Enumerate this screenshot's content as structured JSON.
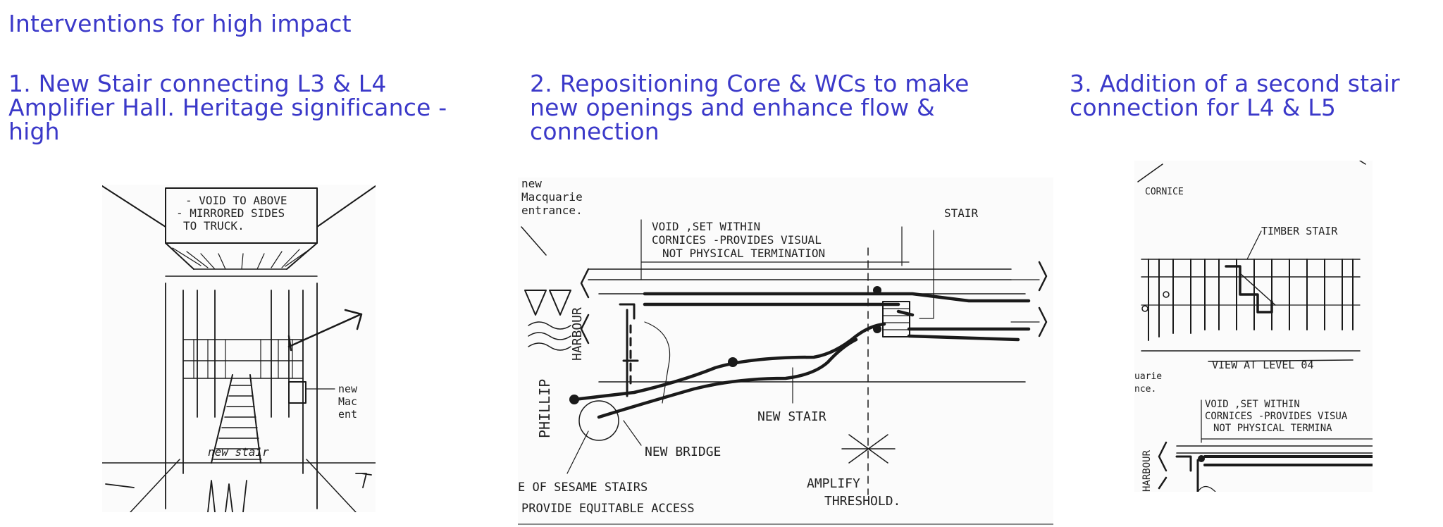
{
  "page": {
    "title": "Interventions for high impact"
  },
  "columns": [
    {
      "heading": "1. New Stair connecting L3 & L4 Amplifier Hall. Heritage significance - high",
      "sketch_notes": [
        "- VOID TO ABOVE",
        "- MIRRORED SIDES",
        "TO TRUCK.",
        "new stair",
        "new",
        "Mac",
        "ent"
      ]
    },
    {
      "heading": "2. Repositioning Core & WCs  to make new openings and enhance flow & connection",
      "sketch_notes": [
        "new",
        "Macquarie",
        "entrance.",
        "VOID ,SET WITHIN",
        "CORNICES -PROVIDES VISUAL",
        "NOT PHYSICAL TERMINATION",
        "STAIR",
        "HARBOUR",
        "PHILLIP",
        "NEW STAIR",
        "NEW BRIDGE",
        "E OF SESAME STAIRS",
        "PROVIDE EQUITABLE ACCESS",
        "AMPLIFY",
        "THRESHOLD."
      ]
    },
    {
      "heading": "3. Addition of a second stair connection for L4 & L5",
      "sketch_notes": [
        "CORNICE",
        "TIMBER STAIR",
        "VIEW AT LEVEL 04",
        "uarie",
        "nce.",
        "VOID ,SET WITHIN",
        "CORNICES -PROVIDES VISUA",
        "NOT PHYSICAL TERMINA",
        "HARBOUR"
      ]
    }
  ]
}
